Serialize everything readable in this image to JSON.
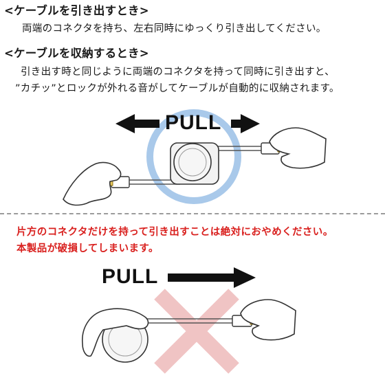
{
  "section_pull": {
    "heading": "<ケーブルを引き出すとき>",
    "text": "両端のコネクタを持ち、左右同時にゆっくり引き出してください。"
  },
  "section_retract": {
    "heading": "<ケーブルを収納するとき>",
    "line1": "引き出す時と同じように両端のコネクタを持って同時に引き出すと、",
    "line2": "”カチッ”とロックが外れる音がしてケーブルが自動的に収納されます。"
  },
  "illustration_top": {
    "pull_label": "PULL",
    "highlight_color": "#a9c9ea"
  },
  "warning": {
    "line1": "片方のコネクタだけを持って引き出すことは絶対におやめください。",
    "line2": "本製品が破損してしまいます。",
    "color": "#d9201e"
  },
  "illustration_bottom": {
    "pull_label": "PULL",
    "cross_color": "#f0c4c4"
  }
}
